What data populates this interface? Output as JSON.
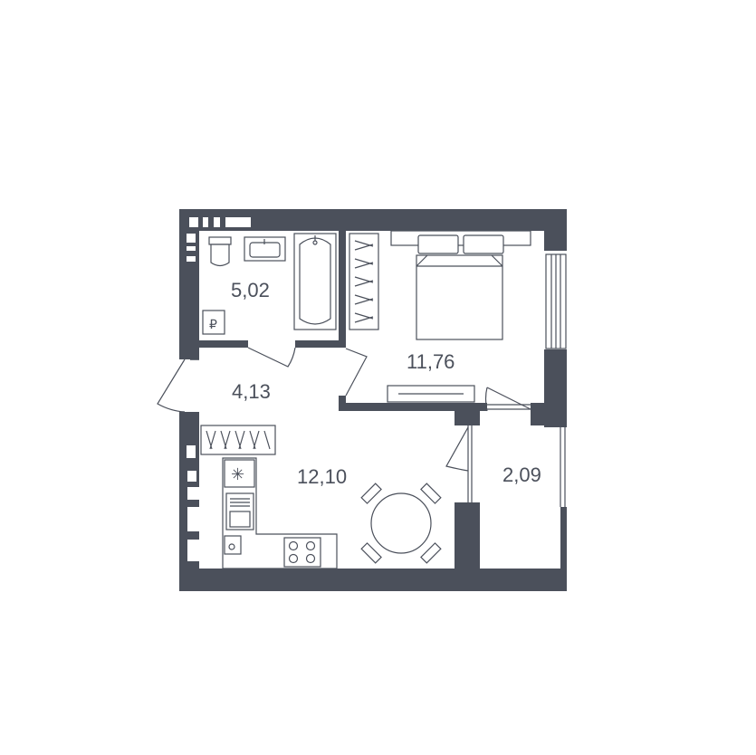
{
  "colors": {
    "wall": "#4b505b",
    "background": "#ffffff",
    "line": "#4b505b"
  },
  "rooms": {
    "bathroom": {
      "area": "5,02"
    },
    "hallway": {
      "area": "4,13"
    },
    "bedroom": {
      "area": "11,76"
    },
    "kitchen": {
      "area": "12,10"
    },
    "balcony": {
      "area": "2,09"
    }
  },
  "icons": [
    "toilet-icon",
    "sink-icon",
    "bathtub-icon",
    "bed-icon",
    "stove-icon",
    "dining-table-icon",
    "washing-machine-icon",
    "boiler-icon"
  ]
}
